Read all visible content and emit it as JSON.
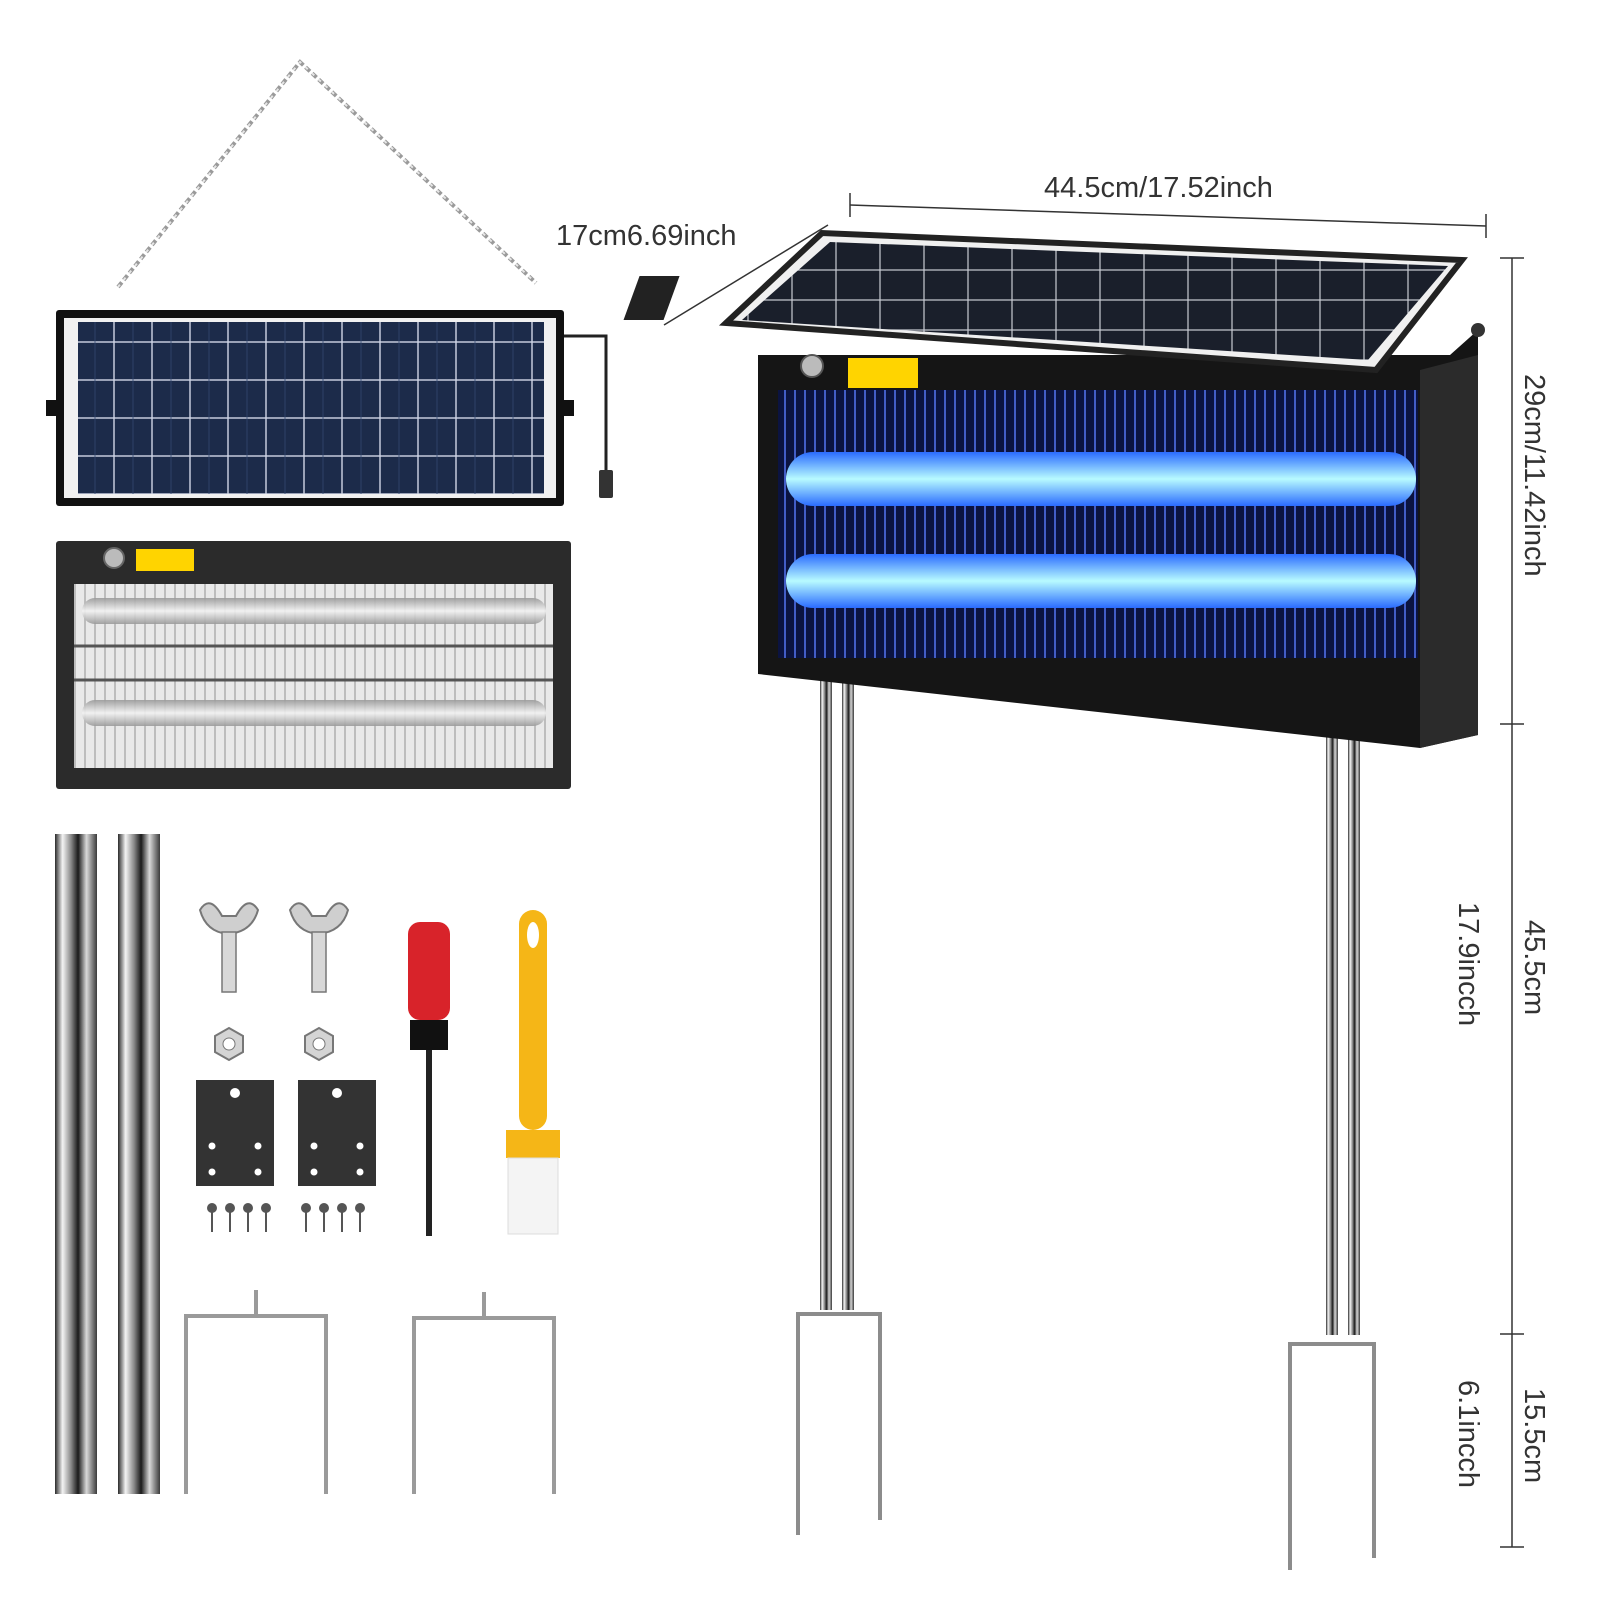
{
  "dimensions": {
    "width": "44.5cm/17.52inch",
    "depth": "17cm6.69inch",
    "body_height": "29cm/11.42inch",
    "pole_height_cm": "45.5cm",
    "pole_height_in": "17.9incch",
    "stake_height_cm": "15.5cm",
    "stake_height_in": "6.1incch"
  },
  "colors": {
    "frame": "#1f1f1f",
    "solar_cell": "#1c2b4a",
    "uv_glow": "#2a6bff",
    "tube_core": "#9ff0ff",
    "screwdriver_handle": "#d8232a",
    "brush_handle": "#f5b617",
    "warning_label": "#ffd400"
  },
  "icons": {
    "chain": "hanging-chain-icon",
    "solar_panel": "solar-panel-icon",
    "zapper": "bug-zapper-icon",
    "pole": "steel-pole-icon",
    "wing_bolt": "wing-bolt-icon",
    "nut": "hex-nut-icon",
    "bracket": "mounting-bracket-icon",
    "screw": "screw-icon",
    "screwdriver": "screwdriver-icon",
    "brush": "cleaning-brush-icon",
    "stake": "ground-stake-icon"
  }
}
